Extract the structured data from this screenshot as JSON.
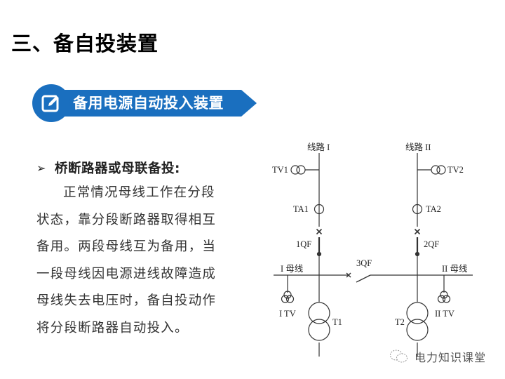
{
  "page": {
    "title": "三、备自投装置"
  },
  "banner": {
    "icon": "edit-pencil-icon",
    "label": "备用电源自动投入装置",
    "color": "#1a6fbf"
  },
  "content": {
    "bullet_symbol": "➢",
    "bullet_heading": "桥断路器或母联备投:",
    "paragraph_lines": [
      "正常情况母线工作在分段",
      "状态，靠分段断路器取得相互",
      "备用。两段母线互为备用，当",
      "一段母线因电源进线故障造成",
      "母线失去电压时，备自投动作",
      "将分段断路器自动投入。"
    ]
  },
  "diagram": {
    "line1_label": "线路 I",
    "line2_label": "线路 II",
    "tv1": "TV1",
    "tv2": "TV2",
    "ta1": "TA1",
    "ta2": "TA2",
    "qf1": "1QF",
    "qf2": "2QF",
    "qf3": "3QF",
    "bus1": "I 母线",
    "bus2": "II 母线",
    "tv_bus1": "I TV",
    "tv_bus2": "II TV",
    "t1": "T1",
    "t2": "T2"
  },
  "watermark": {
    "icon": "wechat-icon",
    "text": "电力知识课堂"
  }
}
